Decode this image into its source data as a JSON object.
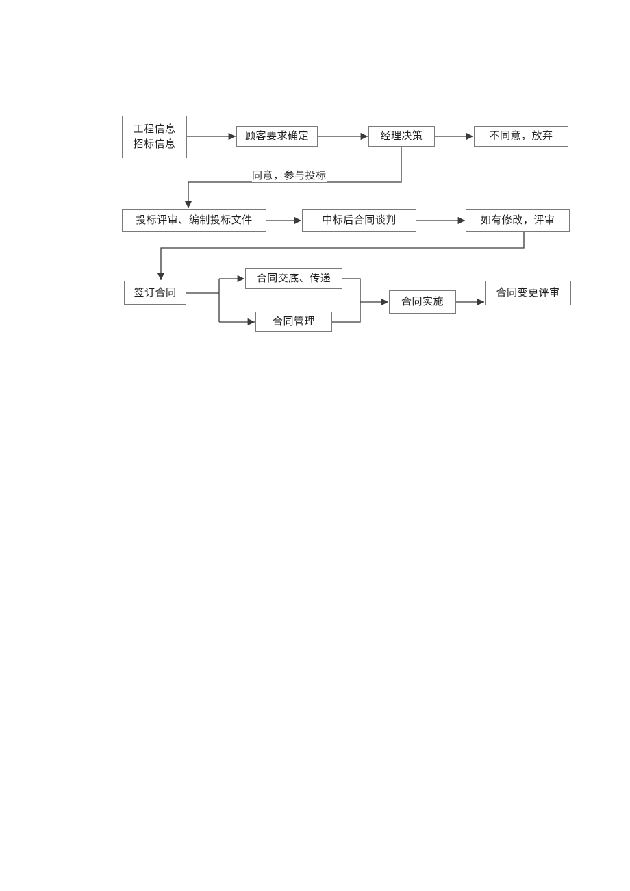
{
  "diagram": {
    "nodes": {
      "project_info": {
        "label": "工程信息\n招标信息"
      },
      "customer_req": {
        "label": "顾客要求确定"
      },
      "manager_decision": {
        "label": "经理决策"
      },
      "disagree_abandon": {
        "label": "不同意，放弃"
      },
      "bid_review": {
        "label": "投标评审、编制投标文件"
      },
      "negotiation": {
        "label": "中标后合同谈判"
      },
      "modify_review": {
        "label": "如有修改，评审"
      },
      "sign_contract": {
        "label": "签订合同"
      },
      "contract_handover": {
        "label": "合同交底、传递"
      },
      "contract_management": {
        "label": "合同管理"
      },
      "implementation": {
        "label": "合同实施"
      },
      "change_review": {
        "label": "合同变更评审"
      }
    },
    "edge_labels": {
      "agree": "同意，参与投标"
    },
    "colors": {
      "box_border": "#7a7a7a",
      "line": "#3a3a3a",
      "text": "#1f1f1f",
      "background": "#ffffff"
    }
  }
}
